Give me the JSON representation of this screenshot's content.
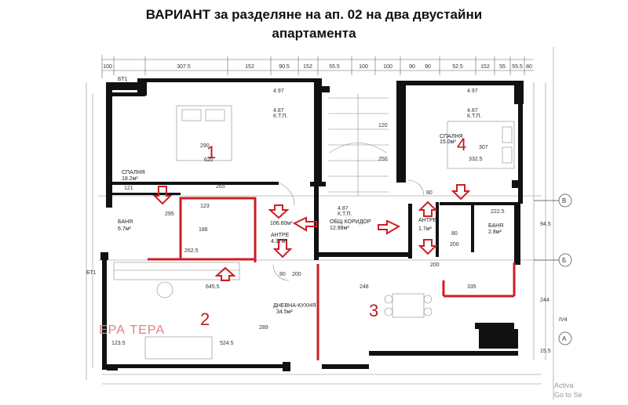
{
  "title": {
    "line1": "ВАРИАНТ за разделяне на ап. 02 на два двустайни",
    "line2": "апартамента"
  },
  "top_dimensions": [
    "100",
    "307.5",
    "152",
    "90.5",
    "152",
    "55.5",
    "100",
    "100",
    "90",
    "90",
    "52.5",
    "152",
    "55",
    "55.5",
    "80"
  ],
  "room_numbers": [
    "1",
    "2",
    "3",
    "4"
  ],
  "rooms": {
    "bedroom1": {
      "name": "СПАЛНЯ",
      "area": "18.2м²",
      "w": "620"
    },
    "bath1": {
      "name": "БАНЯ",
      "area": "6.7м²"
    },
    "kitchen": {
      "name": "ДНЕВНА-КУХНЯ",
      "area": "34.5м²"
    },
    "corridor": {
      "name": "ОБЩ КОРИДОР",
      "area": "12.98м²"
    },
    "entry1": {
      "name": "АНТРЕ",
      "area": "4.37м²"
    },
    "stair_area": {
      "area": "106.60м²"
    },
    "bedroom4": {
      "name": "СПАЛНЯ",
      "area": "15.0м²"
    },
    "entry4": {
      "name": "АНТРЕ",
      "area": "1.7м²"
    },
    "bath4": {
      "name": "БАНЯ",
      "area": "2.8м²"
    }
  },
  "inner_dimensions": [
    "290",
    "121",
    "295",
    "123",
    "265",
    "186",
    "262.5",
    "645.5",
    "524.5",
    "123.5",
    "289",
    "248",
    "335",
    "80",
    "200",
    "80",
    "200",
    "80",
    "200",
    "120",
    "250",
    "307",
    "332.5",
    "222.5",
    "94.5",
    "244",
    "15.5"
  ],
  "levels": {
    "l1": "4.87",
    "l2": "4.97",
    "l3": "4.87",
    "l4": "4.97",
    "level_label": "К.Т.П."
  },
  "axes": {
    "right": [
      "В",
      "Б",
      "А"
    ],
    "left": [
      "БТ1",
      "БТ1"
    ],
    "iv": "IV4"
  },
  "watermark": "ЕРА ТЕРА",
  "activate": {
    "line1": "Activa",
    "line2": "Go to Se"
  },
  "colors": {
    "accent": "#cc1f26",
    "wall": "#111111",
    "line": "#555555"
  }
}
